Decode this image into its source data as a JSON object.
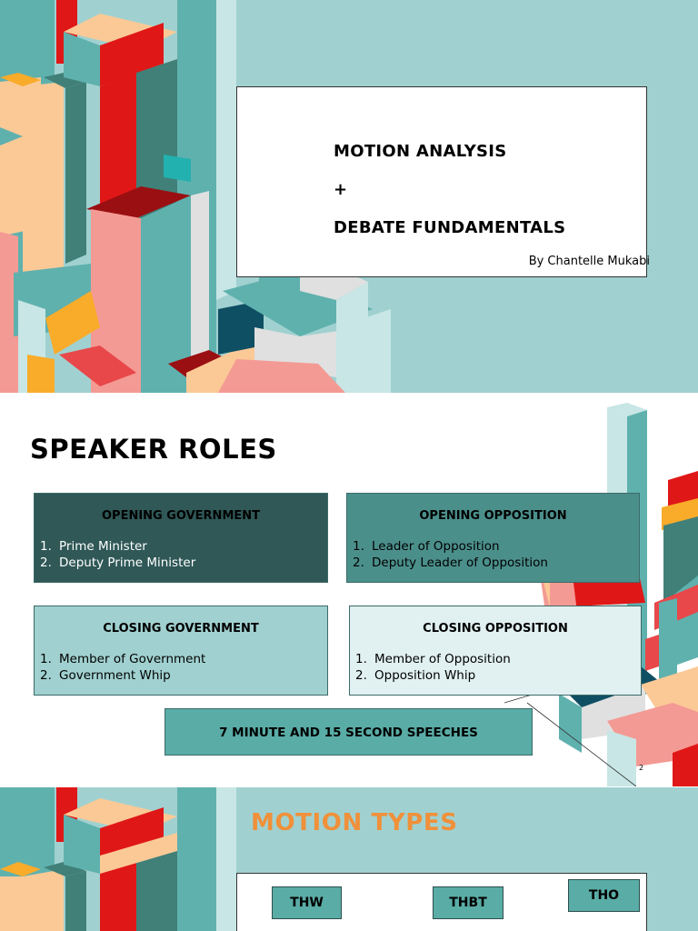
{
  "slide1": {
    "title_line1": "MOTION ANALYSIS",
    "title_line2": "+",
    "title_line3": "DEBATE FUNDAMENTALS",
    "byline": "By Chantelle Mukabi"
  },
  "slide2": {
    "title": "SPEAKER ROLES",
    "teams": [
      {
        "name": "OPENING GOVERNMENT",
        "roles": [
          "Prime Minister",
          "Deputy Prime Minister"
        ],
        "color": "#2f5857"
      },
      {
        "name": "OPENING OPPOSITION",
        "roles": [
          "Leader of Opposition",
          "Deputy Leader of Opposition"
        ],
        "color": "#4b8f8b"
      },
      {
        "name": "CLOSING GOVERNMENT",
        "roles": [
          "Member of Government",
          "Government Whip"
        ],
        "color": "#a0d1d0"
      },
      {
        "name": "CLOSING OPPOSITION",
        "roles": [
          "Member of Opposition",
          "Opposition Whip"
        ],
        "color": "#e1f0f0"
      }
    ],
    "numbers": [
      "1.",
      "2."
    ],
    "speech_length": "7 MINUTE AND 15 SECOND SPEECHES",
    "page_number": "2"
  },
  "slide3": {
    "title": "MOTION TYPES",
    "types": [
      "THW",
      "THBT",
      "THO"
    ]
  },
  "colors": {
    "teal_bg": "#a0d1d0",
    "accent_orange": "#f0903a",
    "button_teal": "#5aaca6"
  }
}
